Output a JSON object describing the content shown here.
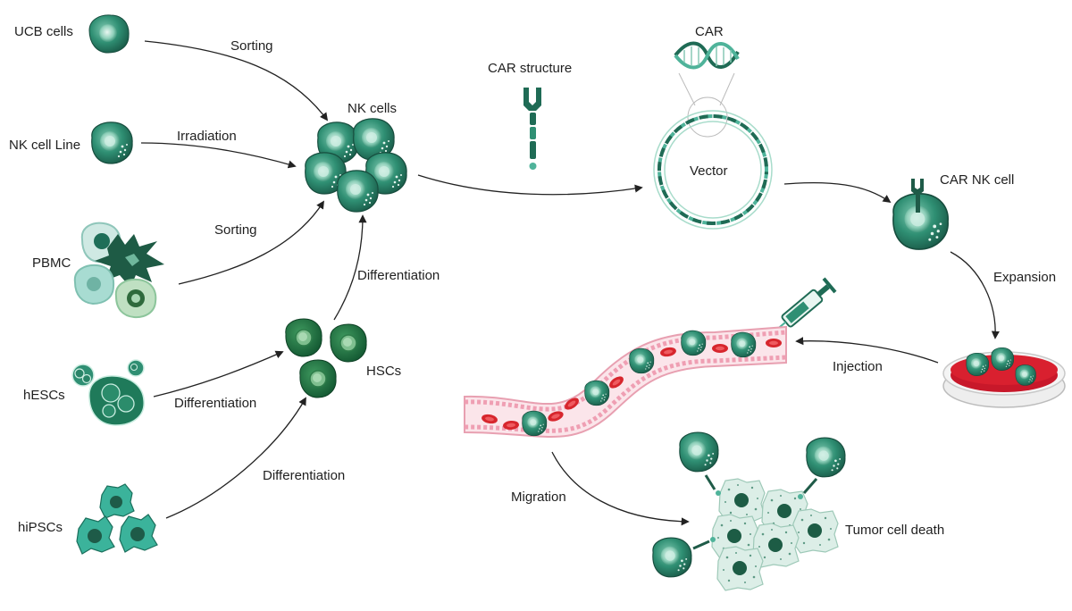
{
  "sources": {
    "ucb": "UCB cells",
    "nk_line": "NK cell Line",
    "pbmc": "PBMC",
    "hescs": "hESCs",
    "hipscs": "hiPSCs"
  },
  "steps": {
    "sorting_ucb": "Sorting",
    "irradiation": "Irradiation",
    "sorting_pbmc": "Sorting",
    "diff_hsc_to_nk": "Differentiation",
    "diff_hescs": "Differentiation",
    "diff_hipscs": "Differentiation",
    "expansion": "Expansion",
    "injection": "Injection",
    "migration": "Migration"
  },
  "nodes": {
    "nk_cells": "NK cells",
    "hscs": "HSCs",
    "car_structure": "CAR structure",
    "car": "CAR",
    "vector": "Vector",
    "car_nk_cell": "CAR NK cell",
    "tumor_cell_death": "Tumor cell death"
  },
  "colors": {
    "nk_dark": "#1e6e58",
    "nk_mid": "#2f8f73",
    "nk_light": "#a9ddc9",
    "hsc_dark": "#1a6b3c",
    "vessel_wall": "#f6c5cf",
    "rbc": "#d7262d",
    "tumor": "#d6e9e2",
    "dna_teal": "#4fb39a",
    "dna_dark": "#1f6b55"
  }
}
